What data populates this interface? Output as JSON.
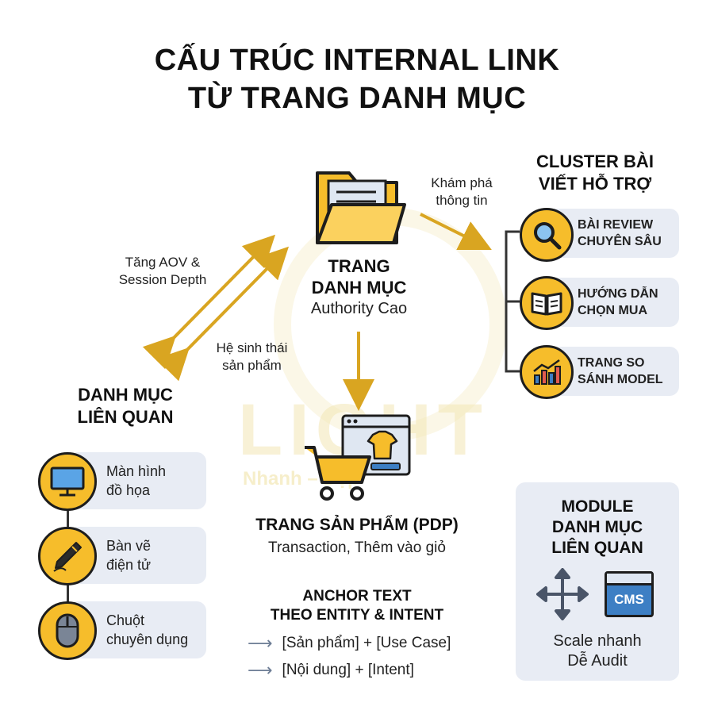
{
  "title": {
    "line1": "CẤU TRÚC INTERNAL LINK",
    "line2": "TỪ TRANG DANH MỤC"
  },
  "watermark": {
    "text": "LIGHT",
    "sub": "Nhanh – Đẹp"
  },
  "center": {
    "title_line1": "TRANG",
    "title_line2": "DANH MỤC",
    "subtitle": "Authority Cao"
  },
  "edge_labels": {
    "explore_line1": "Khám phá",
    "explore_line2": "thông tin",
    "aov_line1": "Tăng AOV &",
    "aov_line2": "Session Depth",
    "ecosystem_line1": "Hệ sinh thái",
    "ecosystem_line2": "sản phẩm"
  },
  "cluster": {
    "title_line1": "CLUSTER BÀI",
    "title_line2": "VIẾT HỖ TRỢ",
    "items": [
      {
        "line1": "BÀI REVIEW",
        "line2": "CHUYÊN SÂU",
        "icon": "magnifier-icon"
      },
      {
        "line1": "HƯỚNG DẪN",
        "line2": "CHỌN MUA",
        "icon": "book-icon"
      },
      {
        "line1": "TRANG SO",
        "line2": "SÁNH MODEL",
        "icon": "chart-icon"
      }
    ]
  },
  "related": {
    "title_line1": "DANH MỤC",
    "title_line2": "LIÊN QUAN",
    "items": [
      {
        "line1": "Màn hình",
        "line2": "đồ họa",
        "icon": "monitor-icon"
      },
      {
        "line1": "Bàn vẽ",
        "line2": "điện tử",
        "icon": "pen-tablet-icon"
      },
      {
        "line1": "Chuột",
        "line2": "chuyên dụng",
        "icon": "mouse-icon"
      }
    ]
  },
  "pdp": {
    "title": "TRANG SẢN PHẨM (PDP)",
    "subtitle": "Transaction, Thêm vào giỏ"
  },
  "anchor": {
    "title_line1": "ANCHOR TEXT",
    "title_line2": "THEO ENTITY & INTENT",
    "rows": [
      "[Sản phẩm] + [Use Case]",
      "[Nội dung] + [Intent]"
    ]
  },
  "module": {
    "title_line1": "MODULE",
    "title_line2": "DANH MỤC",
    "title_line3": "LIÊN QUAN",
    "cms_label": "CMS",
    "footer_line1": "Scale nhanh",
    "footer_line2": "Dễ Audit"
  },
  "colors": {
    "accent": "#f6bd2b",
    "arrow": "#d9a521",
    "card": "#e8ecf4",
    "ink": "#1d1d1d",
    "cms_blue": "#3d7fc4"
  }
}
